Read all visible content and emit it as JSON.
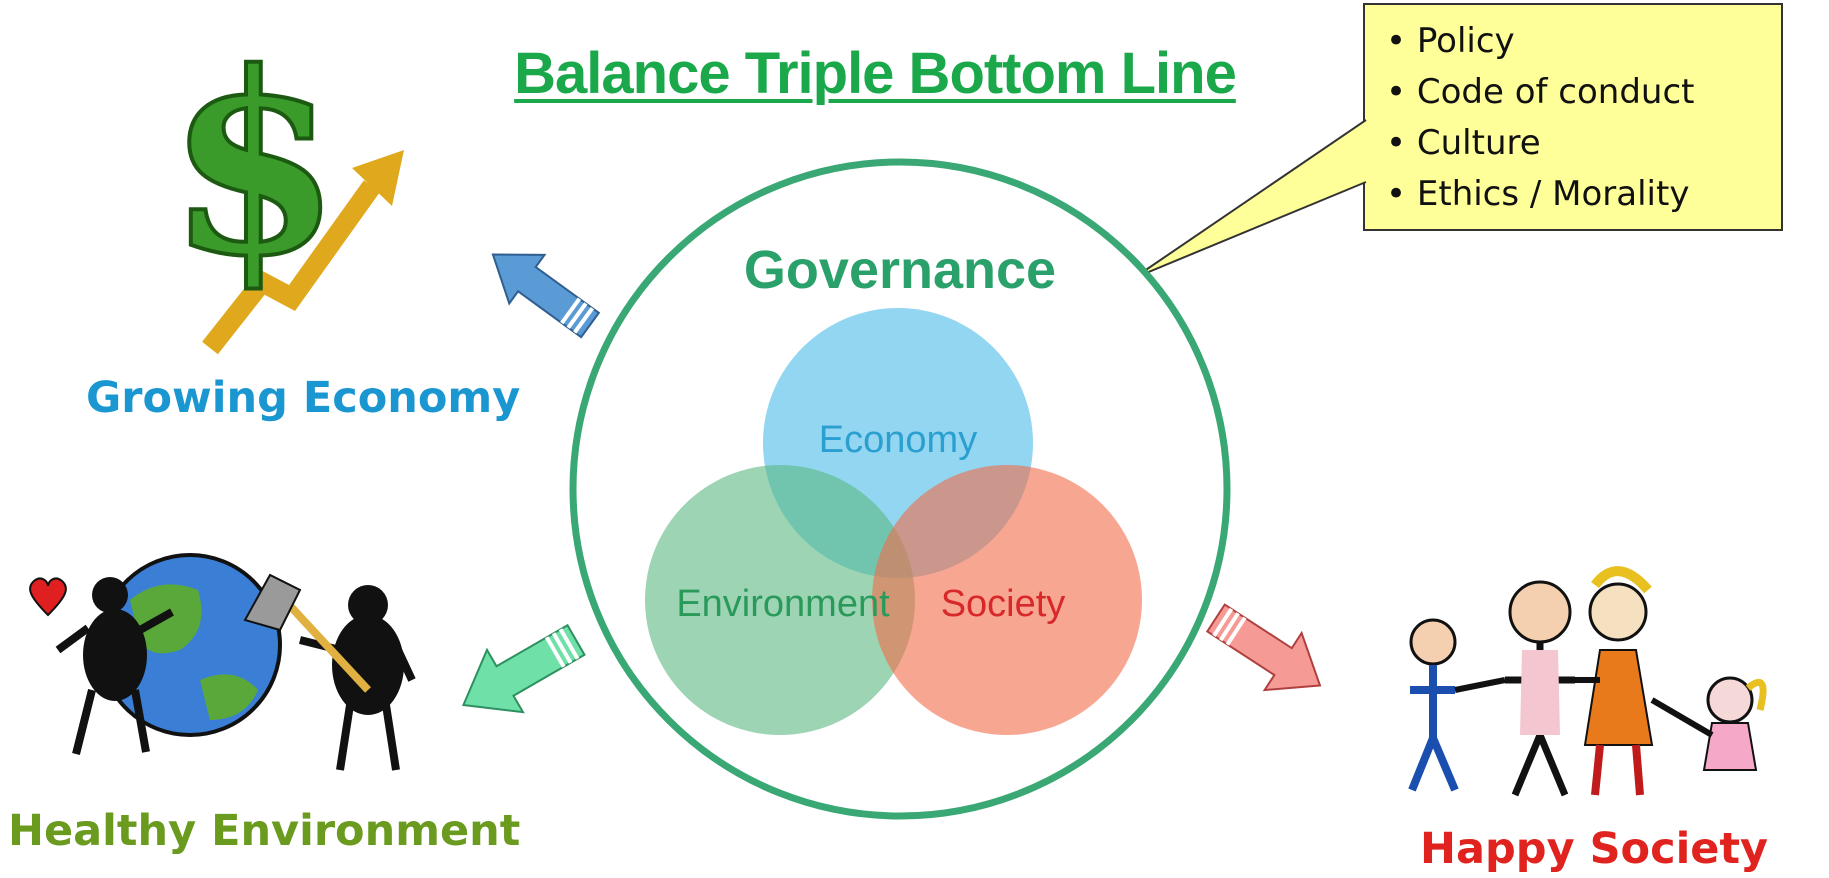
{
  "title": "Balance Triple Bottom Line",
  "callout": {
    "items": [
      "Policy",
      "Code of conduct",
      "Culture",
      "Ethics / Morality"
    ]
  },
  "venn": {
    "outer_label": "Governance",
    "circles": {
      "economy": "Economy",
      "environment": "Environment",
      "society": "Society"
    }
  },
  "outcomes": {
    "economy": "Growing Economy",
    "environment": "Healthy Environment",
    "society": "Happy Society"
  },
  "colors": {
    "title": "#1aa84a",
    "governance": "#2aa06a",
    "economy": "#7fcff0",
    "environment": "#6cc08c",
    "society": "#f5876a",
    "callout_fill": "#ffff99",
    "economy_label": "#1a96d0",
    "environment_label": "#6a9a1e",
    "society_label": "#e0231f"
  },
  "icons": [
    "dollar-rising-arrow-icon",
    "earth-cleaning-figures-icon",
    "kids-holding-hands-icon",
    "heart-icon"
  ]
}
